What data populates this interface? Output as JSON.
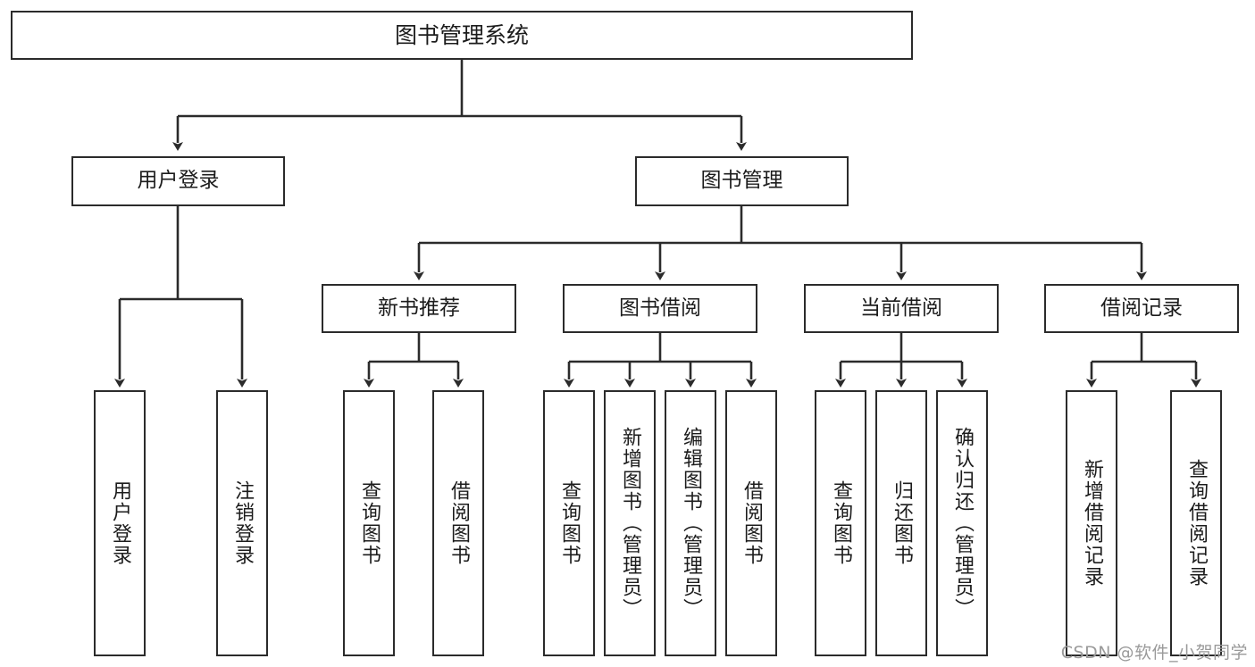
{
  "diagram": {
    "title": "图书管理系统",
    "watermark": "CSDN @软件_小贺同学",
    "colors": {
      "background": "#ffffff",
      "stroke": "#2b2b2b",
      "text": "#1c1c1c",
      "watermark": "#9a9a9a"
    },
    "root": {
      "label": "图书管理系统"
    },
    "branches": [
      {
        "id": "user-login",
        "label": "用户登录",
        "children": [
          {
            "id": "user-login-action",
            "label": "用户登录"
          },
          {
            "id": "user-logout-action",
            "label": "注销登录"
          }
        ]
      },
      {
        "id": "book-management",
        "label": "图书管理",
        "children": [
          {
            "id": "new-book-recommend",
            "label": "新书推荐",
            "children": [
              {
                "id": "nbr-query-book",
                "label": "查询图书"
              },
              {
                "id": "nbr-borrow-book",
                "label": "借阅图书"
              }
            ]
          },
          {
            "id": "book-borrow",
            "label": "图书借阅",
            "children": [
              {
                "id": "bb-query-book",
                "label": "查询图书"
              },
              {
                "id": "bb-add-book",
                "label": "新增图书（管理员）"
              },
              {
                "id": "bb-edit-book",
                "label": "编辑图书（管理员）"
              },
              {
                "id": "bb-borrow-book",
                "label": "借阅图书"
              }
            ]
          },
          {
            "id": "current-borrow",
            "label": "当前借阅",
            "children": [
              {
                "id": "cb-query-book",
                "label": "查询图书"
              },
              {
                "id": "cb-return-book",
                "label": "归还图书"
              },
              {
                "id": "cb-confirm-return",
                "label": "确认归还（管理员）"
              }
            ]
          },
          {
            "id": "borrow-records",
            "label": "借阅记录",
            "children": [
              {
                "id": "br-add-record",
                "label": "新增借阅记录"
              },
              {
                "id": "br-query-record",
                "label": "查询借阅记录"
              }
            ]
          }
        ]
      }
    ]
  }
}
